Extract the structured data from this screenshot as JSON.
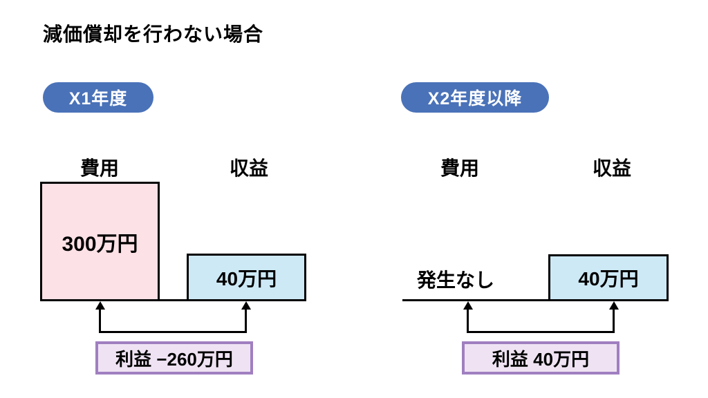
{
  "title": "減価償却を行わない場合",
  "colors": {
    "badge_bg": "#4a72b8",
    "badge_text": "#ffffff",
    "expense_box_bg": "#fce1e6",
    "revenue_box_bg": "#cde9f6",
    "profit_box_bg": "#efe3f3",
    "profit_box_border": "#a07fc0",
    "line": "#000000"
  },
  "left": {
    "badge": "X1年度",
    "expense_label": "費用",
    "revenue_label": "収益",
    "expense_value": "300万円",
    "revenue_value": "40万円",
    "profit": "利益 −260万円"
  },
  "right": {
    "badge": "X2年度以降",
    "expense_label": "費用",
    "revenue_label": "収益",
    "expense_note": "発生なし",
    "revenue_value": "40万円",
    "profit": "利益 40万円"
  }
}
